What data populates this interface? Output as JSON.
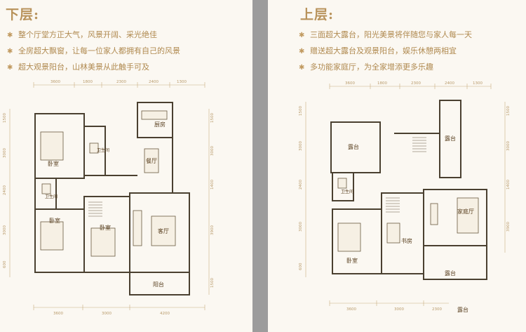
{
  "lower": {
    "title": "下层:",
    "bullets": [
      "整个厅堂方正大气，风景开阔、采光绝佳",
      "全房超大飘窗，让每一位家人都拥有自己的风景",
      "超大观景阳台，山林美景从此触手可及"
    ],
    "rooms": {
      "kitchen": "厨房",
      "bedroom1": "卧室",
      "bath1": "卫生间",
      "dining": "餐厅",
      "bath2": "卫生间",
      "bedroom2": "卧室",
      "bedroom3": "卧室",
      "living": "客厅",
      "balcony": "阳台"
    },
    "dims_top": [
      "3600",
      "1800",
      "2300",
      "2400",
      "1300"
    ],
    "dims_bottom": [
      "3600",
      "3000",
      "4200"
    ],
    "dims_left": [
      "1500",
      "3000",
      "2400",
      "3000",
      "600"
    ],
    "dims_right": [
      "1500",
      "3000",
      "1400",
      "3900",
      "1500"
    ]
  },
  "upper": {
    "title": "上层:",
    "bullets": [
      "三面超大露台，阳光美景将伴随您与家人每一天",
      "赠送超大露台及观景阳台，娱乐休憩两相宜",
      "多功能家庭厅，为全家增添更多乐趣"
    ],
    "rooms": {
      "terrace1": "露台",
      "terrace2": "露台",
      "bath": "卫生间",
      "family_hall": "家庭厅",
      "study": "书房",
      "bedroom": "卧室",
      "terrace3": "露台",
      "terrace4": "露台"
    },
    "dims_top": [
      "3600",
      "1800",
      "2300",
      "2400",
      "1300"
    ],
    "dims_bottom": [
      "3600",
      "3000",
      "2300"
    ],
    "dims_left": [
      "1500",
      "3000",
      "2400",
      "3000",
      "600"
    ],
    "dims_right": [
      "1500",
      "3000",
      "1400",
      "3900"
    ]
  },
  "colors": {
    "background": "#fbf8f2",
    "accent_gold": "#b8925a",
    "divider_gray": "#9c9c9c",
    "wall": "#4a4030"
  }
}
